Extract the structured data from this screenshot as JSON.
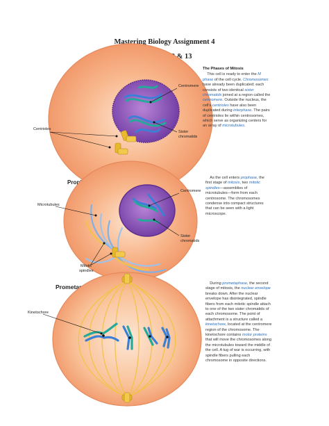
{
  "document": {
    "title": "Mastering Biology Assignment 4",
    "subtitle": "Chapters 12 & 13"
  },
  "colors": {
    "cell_fill": "#f6a97e",
    "cell_center": "#fbd9c1",
    "nucleus": "#8a4fb8",
    "chromosome_blue": "#3b7fd6",
    "chromosome_teal": "#24a99a",
    "centriole": "#e8b92a",
    "spindle": "#f2c34a",
    "highlight_text": "#2a6ebf"
  },
  "interphase": {
    "heading": "The Phases of Mitosis",
    "labels": {
      "centromere": "Centromere",
      "centrioles": "Centrioles",
      "sister_chromatids_1": "Sister",
      "sister_chromatids_2": "chromatids"
    },
    "text": {
      "p1": "This cell is ready to enter the ",
      "p1_hl": "M",
      "p2_hl": "phase",
      "p2": " of the cell cycle.",
      "p3_hl": "Chromosomes",
      "p3": " have already been duplicated; each consists of two identical ",
      "p4_hl": "sister chromatids",
      "p4": " joined at a region called the ",
      "p5_hl": "centromere",
      "p5": ". Outside the nucleus, the cell's ",
      "p6_hl": "centrioles",
      "p6": " have also been duplicated during ",
      "p7_hl": "interphase",
      "p7": ". The pairs of centrioles lie within centrosomes, which serve as organizing centers for an array of ",
      "p8_hl": "microtubules",
      "p8": "."
    }
  },
  "prophase": {
    "heading": "Prophase",
    "labels": {
      "centromere": "Centromere",
      "microtubules": "Microtubules",
      "sister_chromatids_1": "Sister",
      "sister_chromatids_2": "chromatids",
      "mitotic_spindles_1": "Mitotic",
      "mitotic_spindles_2": "spindles"
    },
    "text": {
      "p1": "As the cell enters ",
      "p1_hl": "prophase",
      "p2": ", the first stage of ",
      "p2_hl": "mitosis",
      "p3": ", two ",
      "p3_hl": "mitotic spindles",
      "p4": "—assemblies of microtubules—form from each centrosome. The chromosomes condense into compact structures that can be seen with a light microscope."
    }
  },
  "prometaphase": {
    "heading": "Prometaphase",
    "labels": {
      "kinetochore": "Kinetochore"
    },
    "text": {
      "p1": "During ",
      "p1_hl": "prometaphase",
      "p2": ", the second stage of mitosis, the ",
      "p2_hl": "nuclear envelope",
      "p3": " breaks down. After the nuclear envelope has disintegrated, spindle fibers from each mitotic spindle attach to one of the two sister chromatids of each chromosome. The point of attachment is a structure called a ",
      "p3_hl": "kinetochore",
      "p4": ", located at the centromere region of the chromosome. The kinetochore contains ",
      "p4_hl": "motor proteins",
      "p5": " that will move the chromosomes along the microtubules toward the middle of the cell. A tug of war is occurring, with spindle fibers pulling each chromosome in opposite directions."
    }
  }
}
